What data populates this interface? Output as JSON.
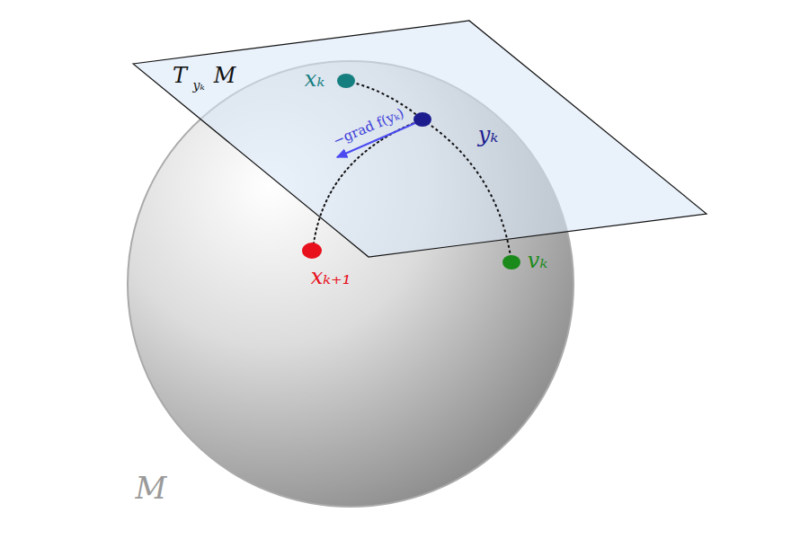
{
  "diagram": {
    "labels": [
      "T",
      "yₖ",
      "M",
      "xₖ",
      "yₖ",
      "−grad f(yₖ)",
      "vₖ",
      "xₖ₊₁",
      "M"
    ]
  }
}
